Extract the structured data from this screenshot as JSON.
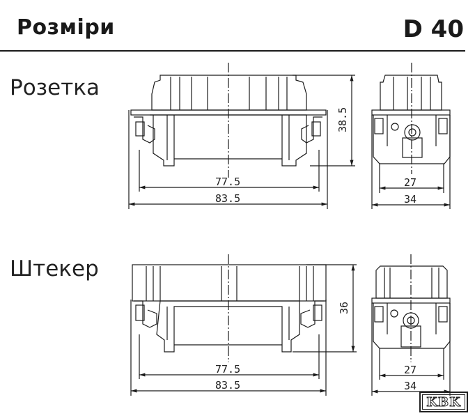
{
  "header": {
    "title": "Розміри",
    "code": "D 40"
  },
  "views": {
    "socket": {
      "label": "Розетка",
      "width_inner": "77.5",
      "width_outer": "83.5",
      "height": "38.5",
      "side_inner": "27",
      "side_outer": "34"
    },
    "plug": {
      "label": "Штекер",
      "width_inner": "77.5",
      "width_outer": "83.5",
      "height": "36",
      "side_inner": "27",
      "side_outer": "34"
    }
  },
  "logo": {
    "text": "KBK"
  }
}
